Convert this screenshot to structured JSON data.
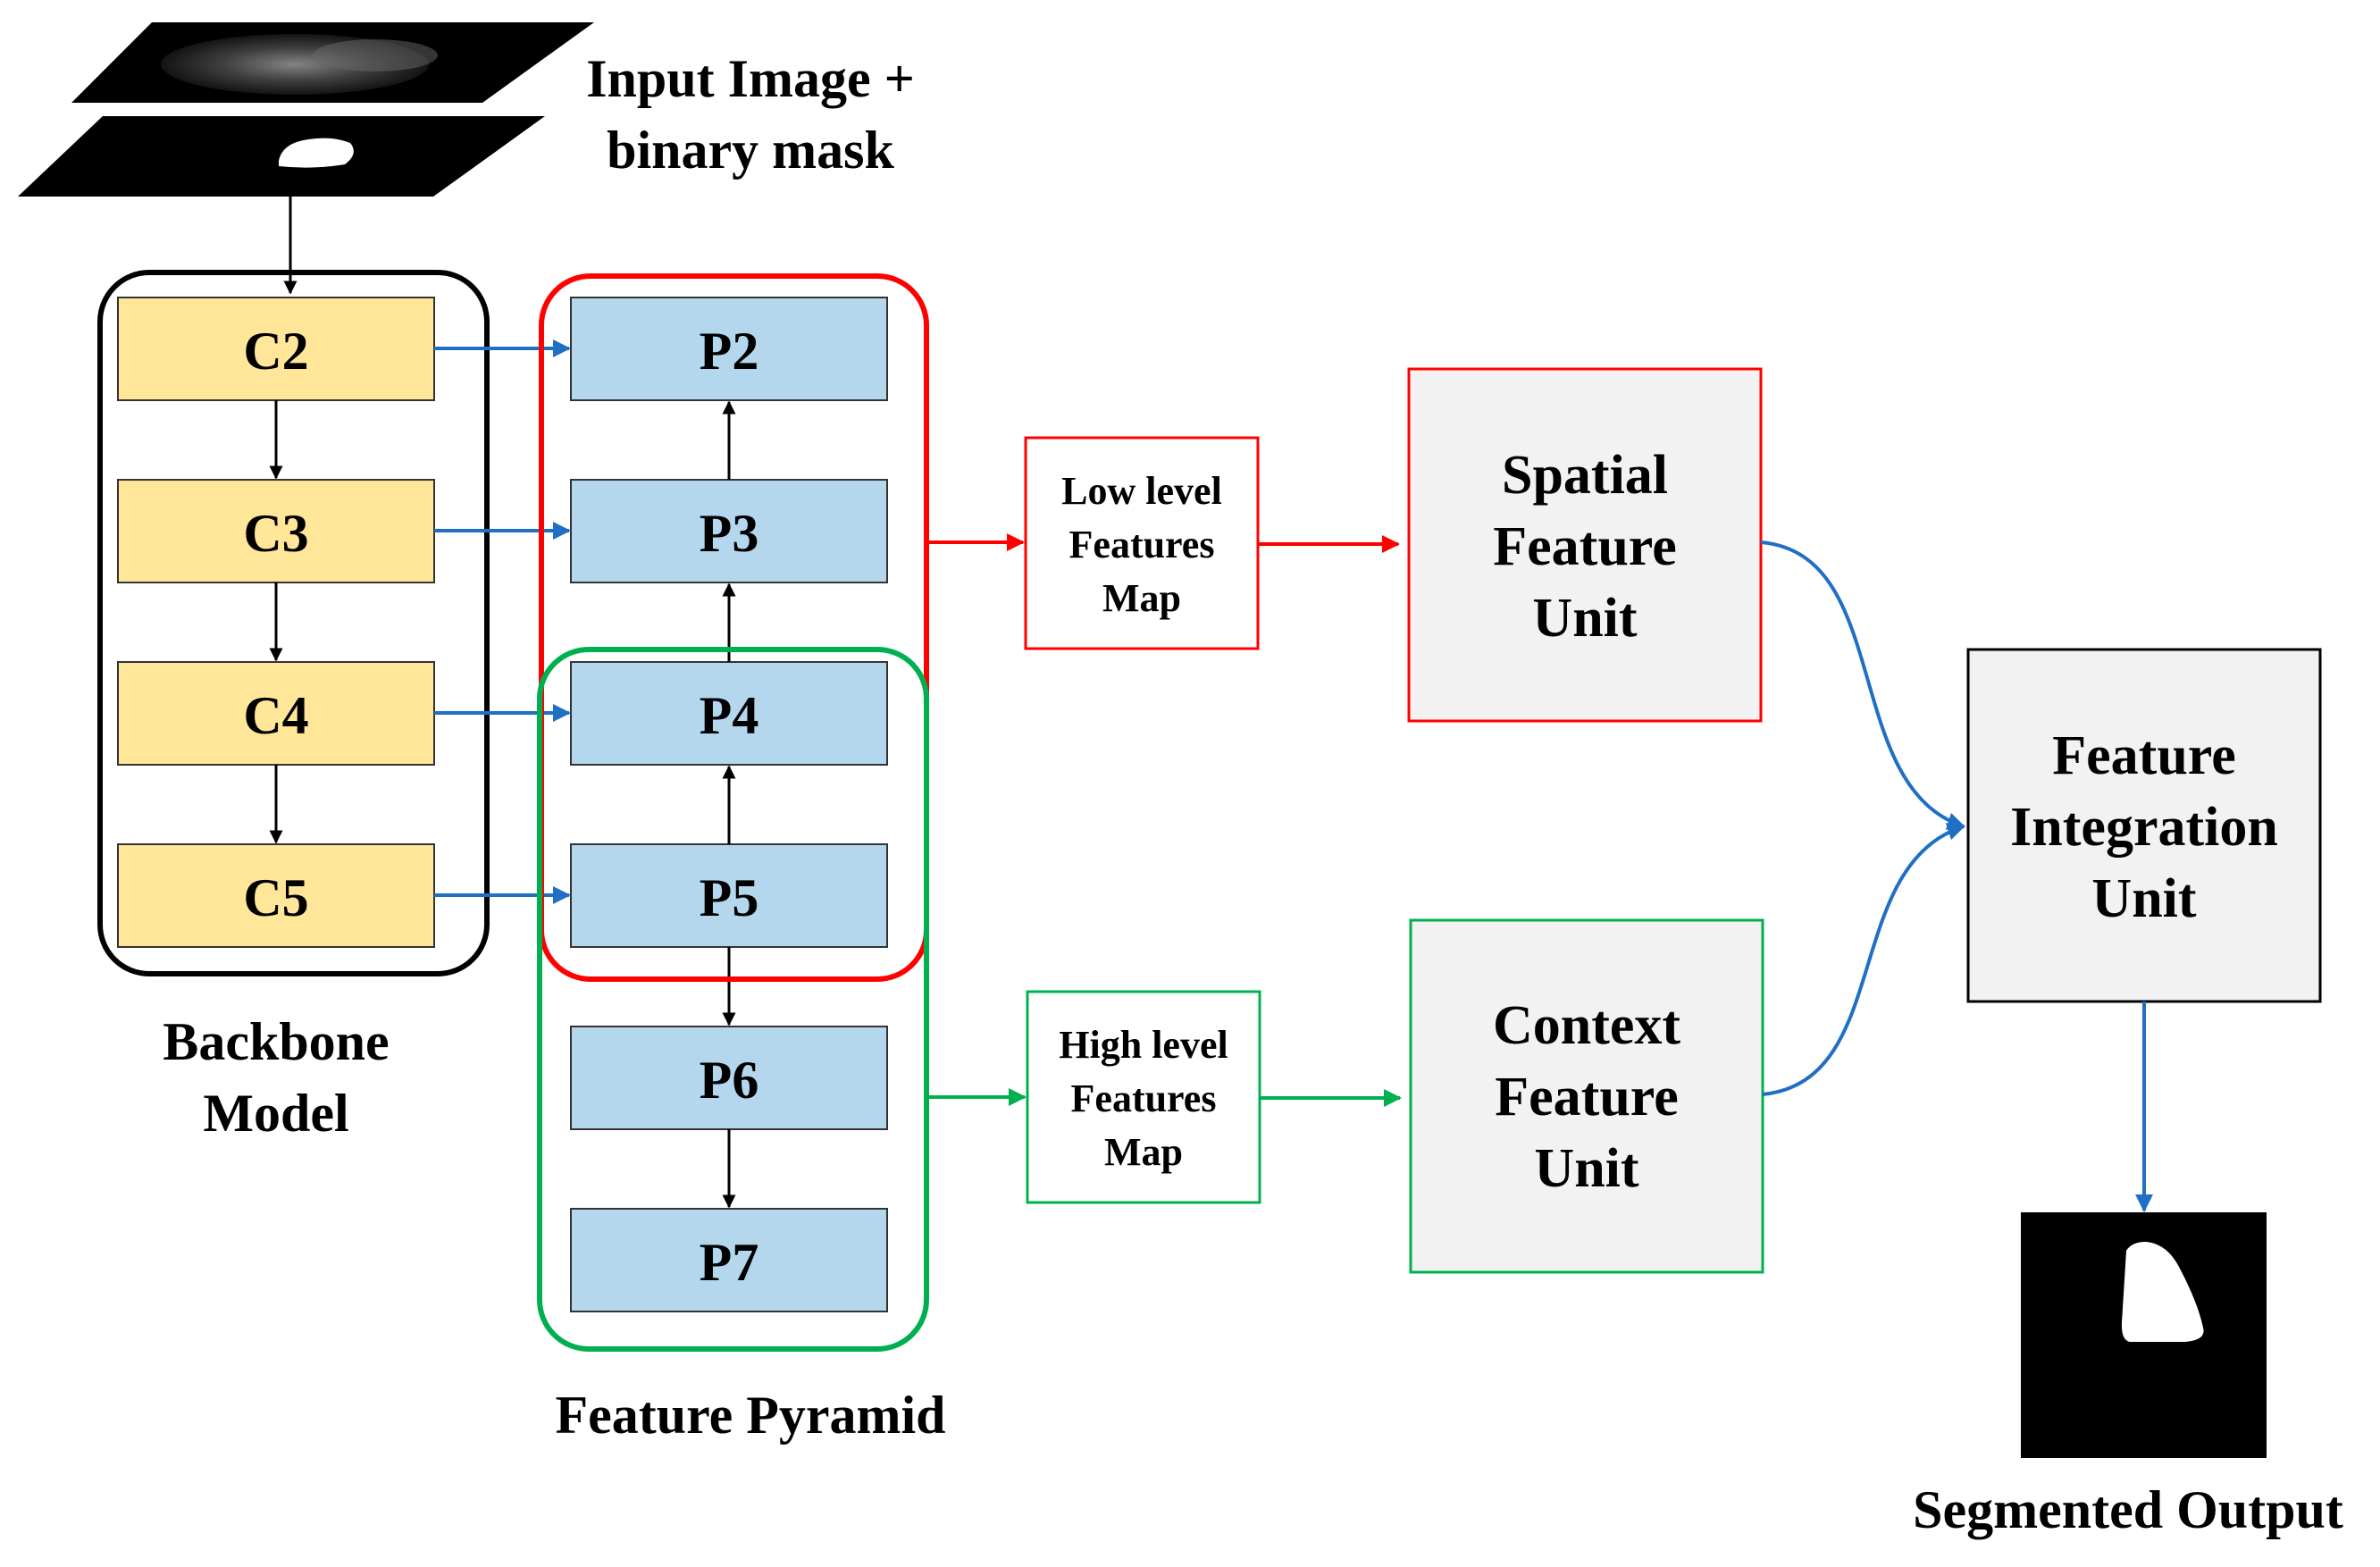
{
  "input": {
    "line1": "Input Image +",
    "line2": "binary mask"
  },
  "backbone": {
    "label_line1": "Backbone",
    "label_line2": "Model",
    "blocks": [
      "C2",
      "C3",
      "C4",
      "C5"
    ]
  },
  "pyramid": {
    "label": "Feature Pyramid",
    "blocks": [
      "P2",
      "P3",
      "P4",
      "P5",
      "P6",
      "P7"
    ]
  },
  "low_map": {
    "line1": "Low level",
    "line2": "Features",
    "line3": "Map"
  },
  "high_map": {
    "line1": "High level",
    "line2": "Features",
    "line3": "Map"
  },
  "spatial_unit": {
    "line1": "Spatial",
    "line2": "Feature",
    "line3": "Unit"
  },
  "context_unit": {
    "line1": "Context",
    "line2": "Feature",
    "line3": "Unit"
  },
  "integration_unit": {
    "line1": "Feature",
    "line2": "Integration",
    "line3": "Unit"
  },
  "output": {
    "label": "Segmented Output"
  },
  "colors": {
    "backbone_fill": "#ffe699",
    "pyramid_fill": "#b4d7ee",
    "unit_fill": "#f2f2f2",
    "red": "#ff0000",
    "green": "#00b050",
    "blue": "#1f6fc5",
    "black": "#000000"
  }
}
